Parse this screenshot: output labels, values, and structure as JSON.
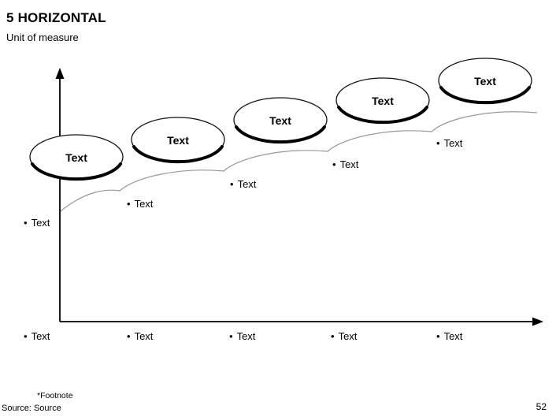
{
  "slide": {
    "title": "5 HORIZONTAL",
    "subtitle": "Unit of measure",
    "footnote": "*Footnote",
    "source": "Source: Source",
    "page_number": "52"
  },
  "chart": {
    "bullet_char": "•",
    "ellipses": [
      {
        "label": "Text"
      },
      {
        "label": "Text"
      },
      {
        "label": "Text"
      },
      {
        "label": "Text"
      },
      {
        "label": "Text"
      }
    ],
    "curve_labels": [
      {
        "label": "Text"
      },
      {
        "label": "Text"
      },
      {
        "label": "Text"
      },
      {
        "label": "Text"
      },
      {
        "label": "Text"
      }
    ],
    "axis_labels": [
      {
        "label": "Text"
      },
      {
        "label": "Text"
      },
      {
        "label": "Text"
      },
      {
        "label": "Text"
      },
      {
        "label": "Text"
      }
    ],
    "colors": {
      "axis": "#000000",
      "curve": "#999999",
      "ellipse_stroke": "#111111",
      "ellipse_shadow": "#000000",
      "ellipse_fill": "#ffffff"
    }
  }
}
